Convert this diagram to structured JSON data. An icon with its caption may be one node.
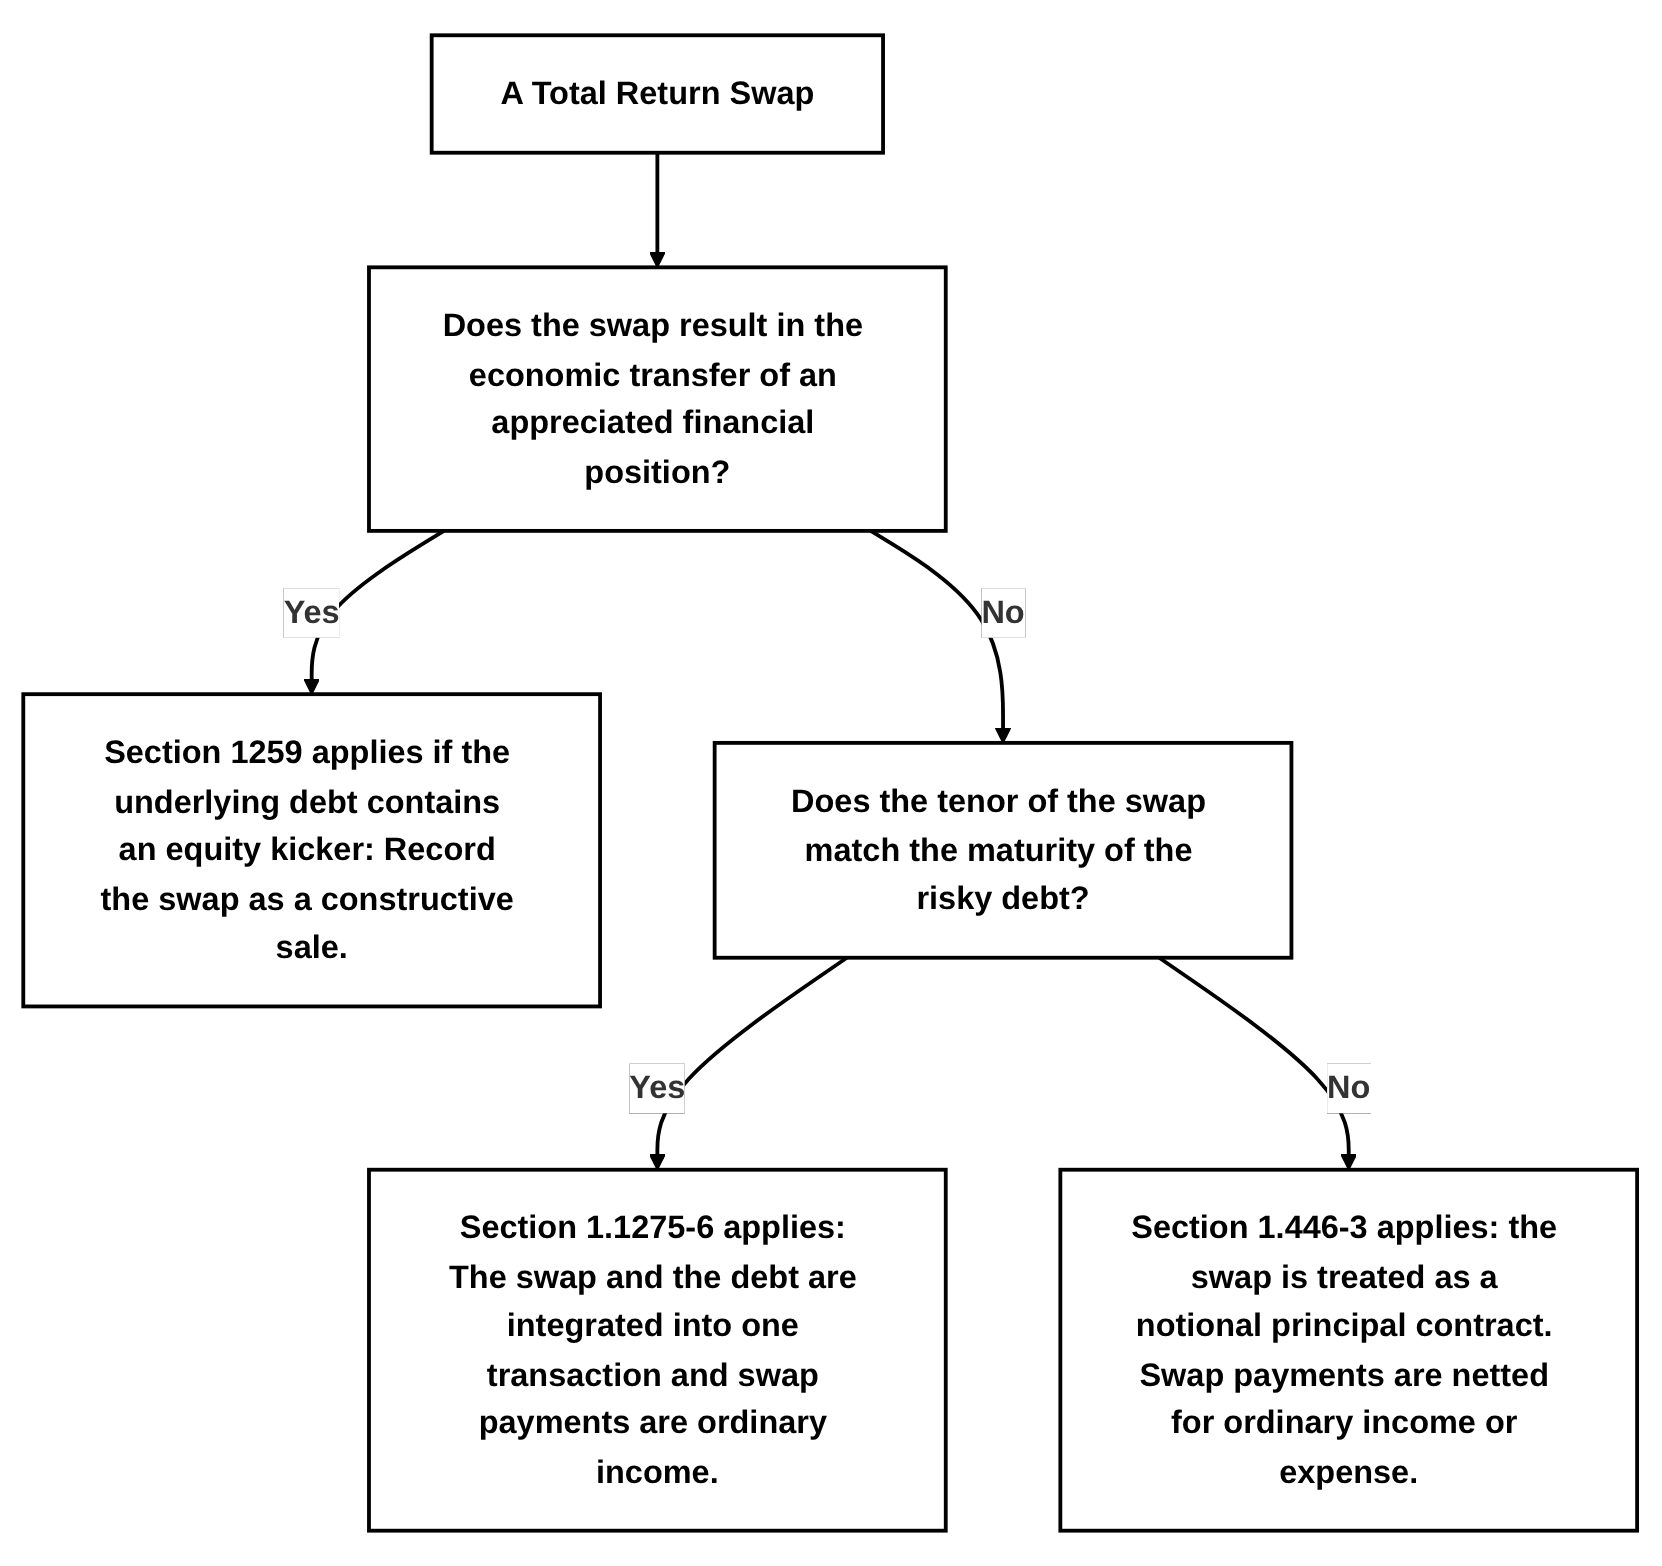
{
  "diagram": {
    "nodes": [
      {
        "text": [
          "A Total Return Swap"
        ]
      },
      {
        "text": [
          "Does the swap result in the economic transfer of an appreciated financial position?"
        ]
      },
      {
        "text": [
          "Section 1259 applies if the underlying debt contains an equity kicker: Record the swap as a constructive sale."
        ]
      },
      {
        "text": [
          "Does the tenor of the swap match the maturity of the risky debt?"
        ]
      },
      {
        "text": [
          "Section 1.1275-6 applies: The swap and the debt are integrated into one transaction and swap payments are ordinary income."
        ]
      },
      {
        "text": [
          "Section 1.446-3 applies: the swap is treated as a notional principal contract. Swap payments are netted for ordinary income or expense."
        ]
      }
    ],
    "edges": [
      {
        "from": 0,
        "to": 1,
        "arrow": "to"
      },
      {
        "from": 1,
        "to": 2,
        "arrow": "to",
        "label": "Yes"
      },
      {
        "from": 1,
        "to": 3,
        "arrow": "to",
        "label": "No"
      },
      {
        "from": 3,
        "to": 4,
        "arrow": "to",
        "label": "Yes"
      },
      {
        "from": 3,
        "to": 5,
        "arrow": "to",
        "label": "No"
      }
    ]
  }
}
